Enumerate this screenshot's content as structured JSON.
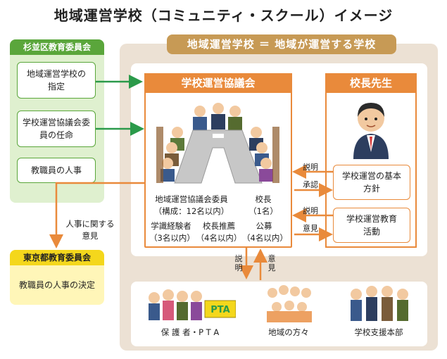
{
  "title": "地域運営学校（コミュニティ・スクール）イメージ",
  "suginami": {
    "header": "杉並区教育委員会",
    "items": [
      "地域運営学校の指定",
      "学校運営協議会委員の任命",
      "教職員の人事"
    ]
  },
  "tokyo": {
    "header": "東京都教育委員会",
    "item": "教職員の人事の決定"
  },
  "personnel_opinion": "人事に関する意見",
  "main_header": "地域運営学校 ＝ 地域が運営する学校",
  "council": {
    "header": "学校運営協議会",
    "members_title": "地域運営協議会委員",
    "members_detail": "（構成：12名以内）",
    "principal_label": "校長",
    "principal_count": "（1名）",
    "expert_label": "学識経験者",
    "expert_count": "（3名以内）",
    "recommended_label": "校長推薦",
    "recommended_count": "（4名以内）",
    "public_label": "公募",
    "public_count": "（4名以内）"
  },
  "principal_panel": {
    "header": "校長先生",
    "box1": "学校運営の基本方針",
    "box2": "学校運営教育活動"
  },
  "flow_labels": {
    "explain1": "説明",
    "approve": "承認",
    "explain2": "説明",
    "opinion": "意見",
    "down_explain": "説明",
    "up_opinion": "意見"
  },
  "community": {
    "parents": "保 護 者・P T A",
    "pta_sign": "PTA",
    "locals": "地域の方々",
    "support": "学校支援本部"
  },
  "colors": {
    "green": "#5aa63b",
    "orange": "#e98a3b",
    "tan": "#c79a55",
    "yellow": "#f4d71c"
  }
}
